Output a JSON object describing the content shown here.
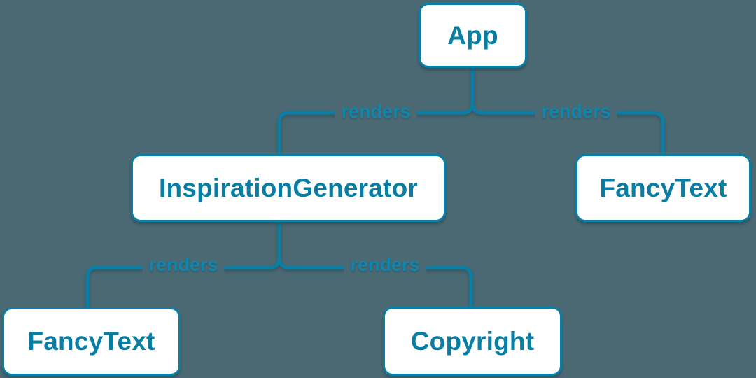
{
  "diagram": {
    "type": "tree",
    "colors": {
      "background": "#4a6972",
      "edge_line": "#0a7ea4",
      "node_fill": "#ffffff",
      "node_border": "#0a7ea4",
      "node_text": "#087ea4",
      "edge_label_text": "#0f86ae"
    },
    "nodes": [
      {
        "id": "app",
        "label": "App"
      },
      {
        "id": "inspiration-generator",
        "label": "InspirationGenerator"
      },
      {
        "id": "fancy-text-top",
        "label": "FancyText"
      },
      {
        "id": "fancy-text-bottom",
        "label": "FancyText"
      },
      {
        "id": "copyright",
        "label": "Copyright"
      }
    ],
    "edges": [
      {
        "from": "App",
        "to": "InspirationGenerator",
        "label": "renders"
      },
      {
        "from": "App",
        "to": "FancyText",
        "label": "renders"
      },
      {
        "from": "InspirationGenerator",
        "to": "FancyText",
        "label": "renders"
      },
      {
        "from": "InspirationGenerator",
        "to": "Copyright",
        "label": "renders"
      }
    ]
  }
}
